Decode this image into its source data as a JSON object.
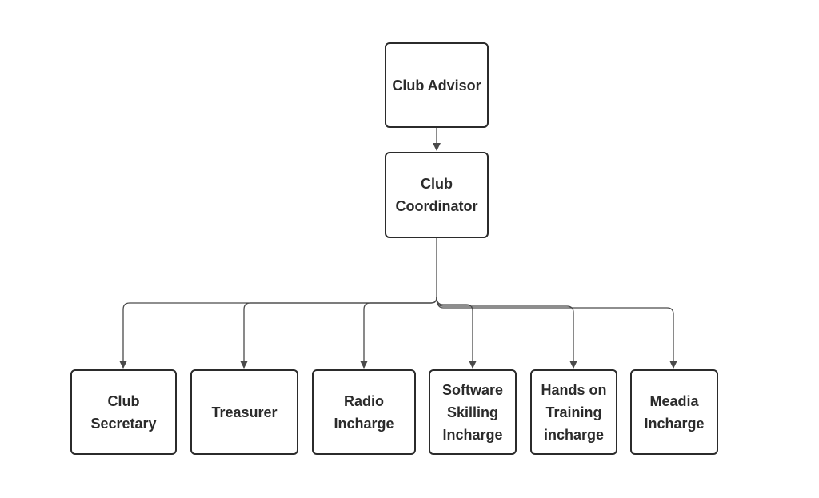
{
  "diagram": {
    "line_color": "#4a4a4a",
    "box_border_color": "#2b2b2b",
    "nodes": {
      "advisor": {
        "label": "Club Advisor"
      },
      "coordinator": {
        "label": "Club\nCoordinator"
      },
      "secretary": {
        "label": "Club\nSecretary"
      },
      "treasurer": {
        "label": "Treasurer"
      },
      "radio": {
        "label": "Radio\nIncharge"
      },
      "software": {
        "label": "Software\nSkilling\nIncharge"
      },
      "hands_on": {
        "label": "Hands on\nTraining\nincharge"
      },
      "media": {
        "label": "Meadia\nIncharge"
      }
    }
  }
}
